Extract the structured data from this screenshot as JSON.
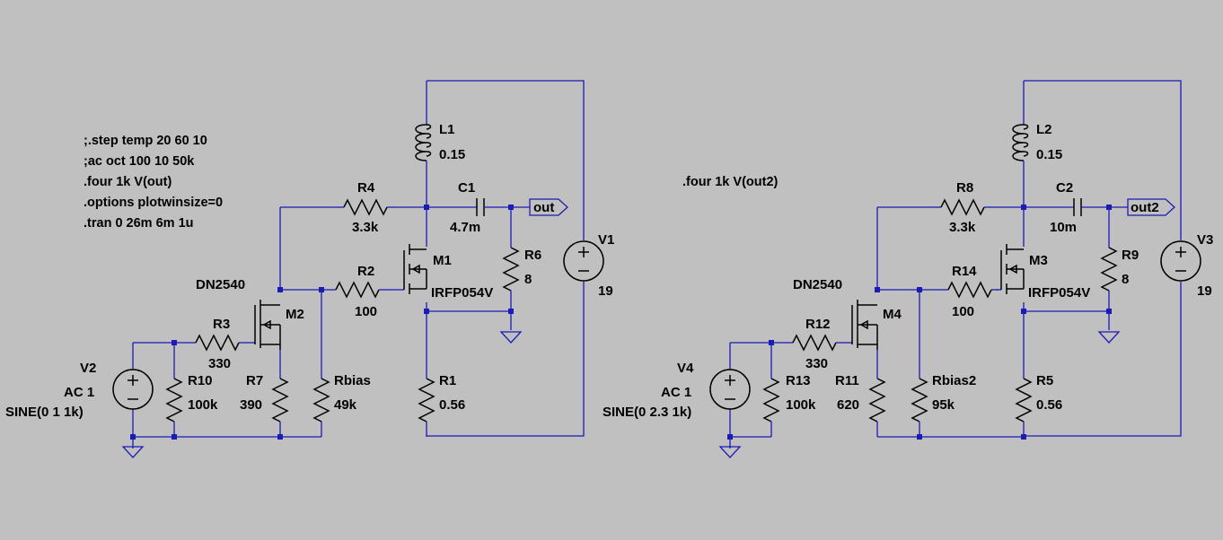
{
  "directives_left": [
    ";.step temp 20 60 10",
    ";ac oct 100 10 50k",
    ".four 1k V(out)",
    ".options plotwinsize=0",
    ".tran 0 26m 6m 1u"
  ],
  "directive_right": ".four 1k V(out2)",
  "left": {
    "L1": {
      "name": "L1",
      "value": "0.15"
    },
    "R4": {
      "name": "R4",
      "value": "3.3k"
    },
    "C1": {
      "name": "C1",
      "value": "4.7m"
    },
    "out": "out",
    "V1": {
      "name": "V1",
      "value": "19"
    },
    "M1": {
      "name": "M1",
      "model": "IRFP054V"
    },
    "R6": {
      "name": "R6",
      "value": "8"
    },
    "R2": {
      "name": "R2",
      "value": "100"
    },
    "M2": {
      "name": "M2",
      "model": "DN2540"
    },
    "R3": {
      "name": "R3",
      "value": "330"
    },
    "V2": {
      "name": "V2",
      "ac": "AC 1",
      "sine": "SINE(0 1 1k)"
    },
    "R10": {
      "name": "R10",
      "value": "100k"
    },
    "R7": {
      "name": "R7",
      "value": "390"
    },
    "Rbias": {
      "name": "Rbias",
      "value": "49k"
    },
    "R1": {
      "name": "R1",
      "value": "0.56"
    }
  },
  "right": {
    "L2": {
      "name": "L2",
      "value": "0.15"
    },
    "R8": {
      "name": "R8",
      "value": "3.3k"
    },
    "C2": {
      "name": "C2",
      "value": "10m"
    },
    "out": "out2",
    "V3": {
      "name": "V3",
      "value": "19"
    },
    "M3": {
      "name": "M3",
      "model": "IRFP054V"
    },
    "R9": {
      "name": "R9",
      "value": "8"
    },
    "R14": {
      "name": "R14",
      "value": "100"
    },
    "M4": {
      "name": "M4",
      "model": "DN2540"
    },
    "R12": {
      "name": "R12",
      "value": "330"
    },
    "V4": {
      "name": "V4",
      "ac": "AC 1",
      "sine": "SINE(0 2.3 1k)"
    },
    "R13": {
      "name": "R13",
      "value": "100k"
    },
    "R11": {
      "name": "R11",
      "value": "620"
    },
    "Rbias2": {
      "name": "Rbias2",
      "value": "95k"
    },
    "R5": {
      "name": "R5",
      "value": "0.56"
    }
  },
  "colors": {
    "wire": "#1b1bb5",
    "component": "#000000",
    "background": "#c0c0c0"
  }
}
